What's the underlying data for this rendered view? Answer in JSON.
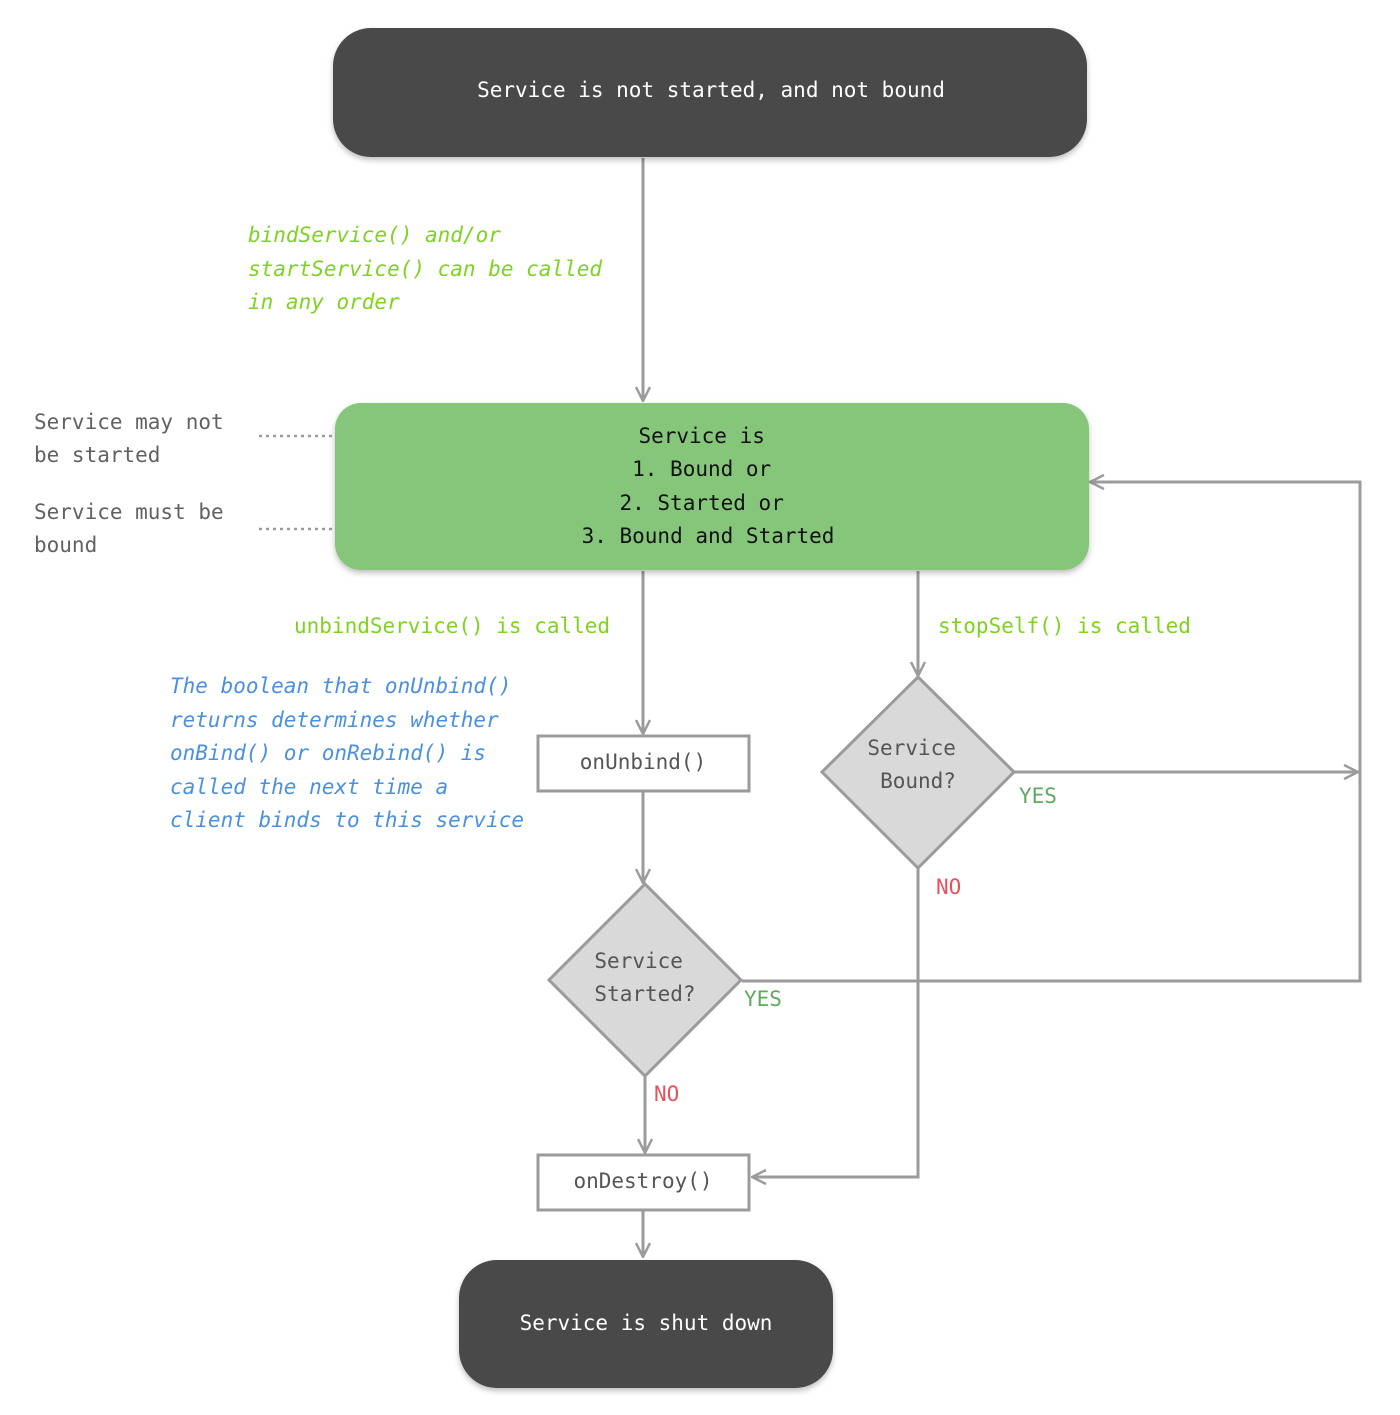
{
  "nodes": {
    "start": "Service is not started, and not bound",
    "running": [
      "Service is",
      "1. Bound or",
      "2. Started or",
      "3. Bound and Started"
    ],
    "on_unbind": "onUnbind()",
    "service_started_decision": [
      "Service",
      "Started?"
    ],
    "service_bound_decision": [
      "Service",
      "Bound?"
    ],
    "on_destroy": "onDestroy()",
    "end": "Service is shut down"
  },
  "annotations": {
    "bind_start_note": [
      "bindService() and/or",
      "startService() can be called",
      "in any order"
    ],
    "may_not_be_started": [
      "Service may not",
      "be started"
    ],
    "must_be_bound": [
      "Service must be",
      "bound"
    ],
    "unbind_called": "unbindService() is called",
    "stopself_called": "stopSelf() is called",
    "boolean_note": [
      "The boolean that onUnbind()",
      "returns determines whether",
      "onBind() or onRebind() is",
      "called the next time a",
      "client binds to this service"
    ]
  },
  "edge_labels": {
    "bound_yes": "YES",
    "bound_no": "NO",
    "started_yes": "YES",
    "started_no": "NO"
  },
  "colors": {
    "dark_box": "#4a4a4a",
    "green_box": "#86c67a",
    "decision": "#d9d9d9",
    "edge": "#9b9b9b",
    "green_text": "#7ed321",
    "blue_text": "#4a90e2",
    "yes": "#5fa85f",
    "no": "#e8515e"
  }
}
